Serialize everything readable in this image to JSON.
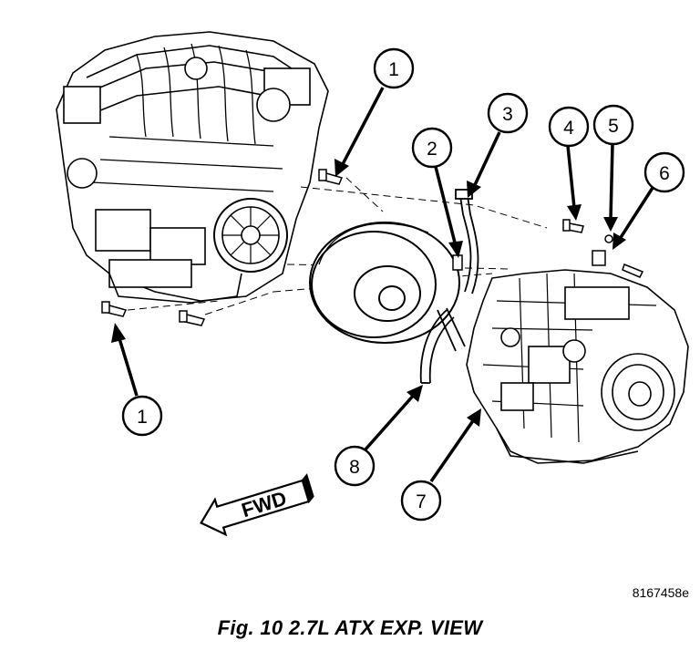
{
  "callouts": {
    "c1_top": "1",
    "c1_bottom": "1",
    "c2": "2",
    "c3": "3",
    "c4": "4",
    "c5": "5",
    "c6": "6",
    "c7": "7",
    "c8": "8"
  },
  "fwd_label": "FWD",
  "figure_code": "8167458e",
  "caption": "Fig. 10 2.7L ATX EXP. VIEW"
}
